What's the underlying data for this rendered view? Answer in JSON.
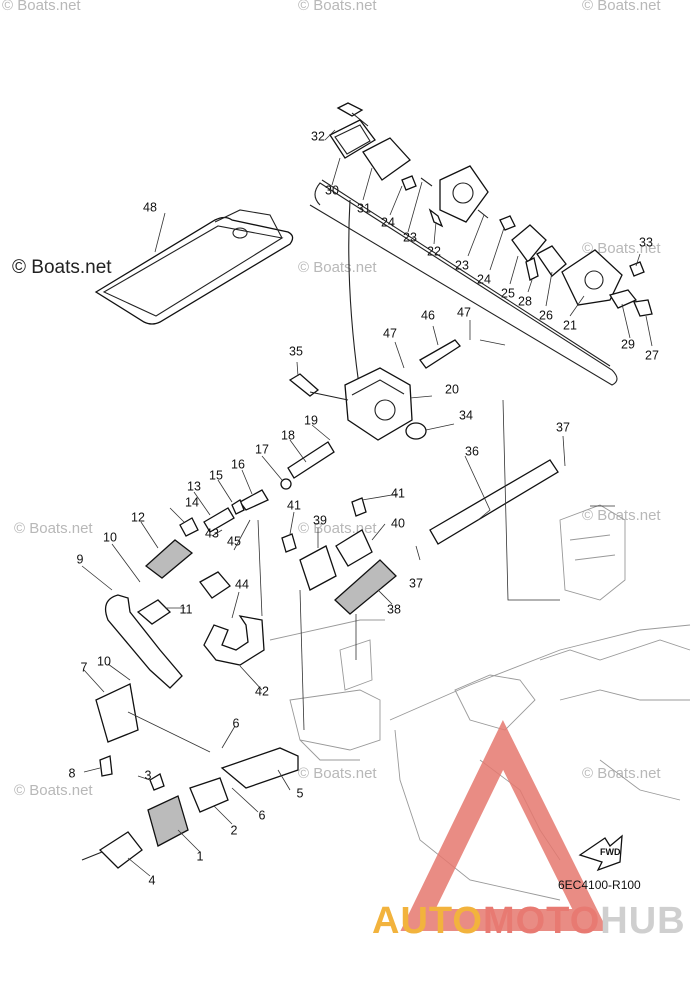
{
  "watermarks": {
    "small": "© Boats.net",
    "main": "© Boats.net"
  },
  "diagram_code": "6EC4100-R100",
  "fwd_label": "FWD",
  "brand": {
    "part1": "AUTO",
    "part2": "MOTO",
    "part3": "HUB"
  },
  "colors": {
    "brand_yellow": "#f2b33d",
    "brand_red": "#e87a72",
    "brand_gray": "#cfcfcf",
    "triangle_red": "#e5786f"
  },
  "callouts": [
    {
      "label": "1"
    },
    {
      "label": "2"
    },
    {
      "label": "3"
    },
    {
      "label": "4"
    },
    {
      "label": "5"
    },
    {
      "label": "6"
    },
    {
      "label": "6"
    },
    {
      "label": "7"
    },
    {
      "label": "8"
    },
    {
      "label": "9"
    },
    {
      "label": "10"
    },
    {
      "label": "10"
    },
    {
      "label": "11"
    },
    {
      "label": "12"
    },
    {
      "label": "13"
    },
    {
      "label": "14"
    },
    {
      "label": "15"
    },
    {
      "label": "16"
    },
    {
      "label": "17"
    },
    {
      "label": "18"
    },
    {
      "label": "19"
    },
    {
      "label": "20"
    },
    {
      "label": "21"
    },
    {
      "label": "22"
    },
    {
      "label": "23"
    },
    {
      "label": "23"
    },
    {
      "label": "24"
    },
    {
      "label": "24"
    },
    {
      "label": "25"
    },
    {
      "label": "26"
    },
    {
      "label": "27"
    },
    {
      "label": "28"
    },
    {
      "label": "29"
    },
    {
      "label": "30"
    },
    {
      "label": "31"
    },
    {
      "label": "32"
    },
    {
      "label": "33"
    },
    {
      "label": "34"
    },
    {
      "label": "35"
    },
    {
      "label": "36"
    },
    {
      "label": "37"
    },
    {
      "label": "37"
    },
    {
      "label": "38"
    },
    {
      "label": "39"
    },
    {
      "label": "40"
    },
    {
      "label": "41"
    },
    {
      "label": "41"
    },
    {
      "label": "42"
    },
    {
      "label": "43"
    },
    {
      "label": "44"
    },
    {
      "label": "45"
    },
    {
      "label": "46"
    },
    {
      "label": "47"
    },
    {
      "label": "47"
    },
    {
      "label": "48"
    }
  ]
}
